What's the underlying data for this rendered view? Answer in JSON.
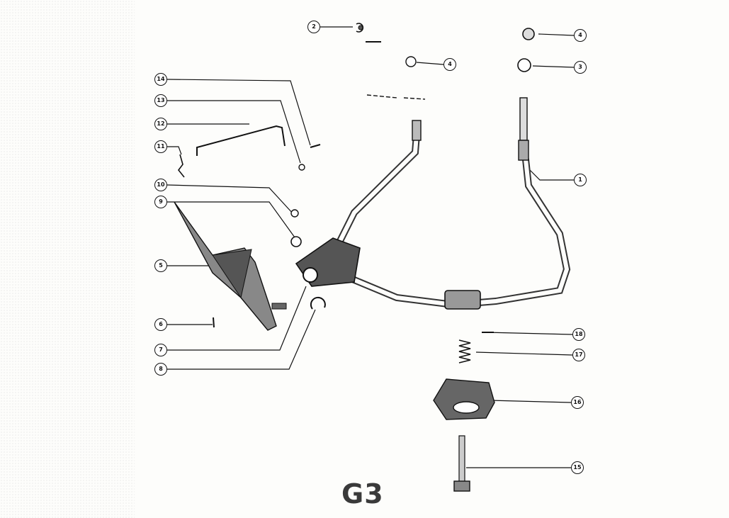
{
  "page_code": "G3",
  "callouts": [
    {
      "num": "1"
    },
    {
      "num": "2"
    },
    {
      "num": "3"
    },
    {
      "num": "4"
    },
    {
      "num": "4"
    },
    {
      "num": "5"
    },
    {
      "num": "6"
    },
    {
      "num": "7"
    },
    {
      "num": "8"
    },
    {
      "num": "9"
    },
    {
      "num": "10"
    },
    {
      "num": "11"
    },
    {
      "num": "12"
    },
    {
      "num": "13"
    },
    {
      "num": "14"
    },
    {
      "num": "15"
    },
    {
      "num": "16"
    },
    {
      "num": "17"
    },
    {
      "num": "18"
    }
  ],
  "colors": {
    "ink": "#111111",
    "paper": "#fdfdfb",
    "part_shade": "#444444"
  }
}
